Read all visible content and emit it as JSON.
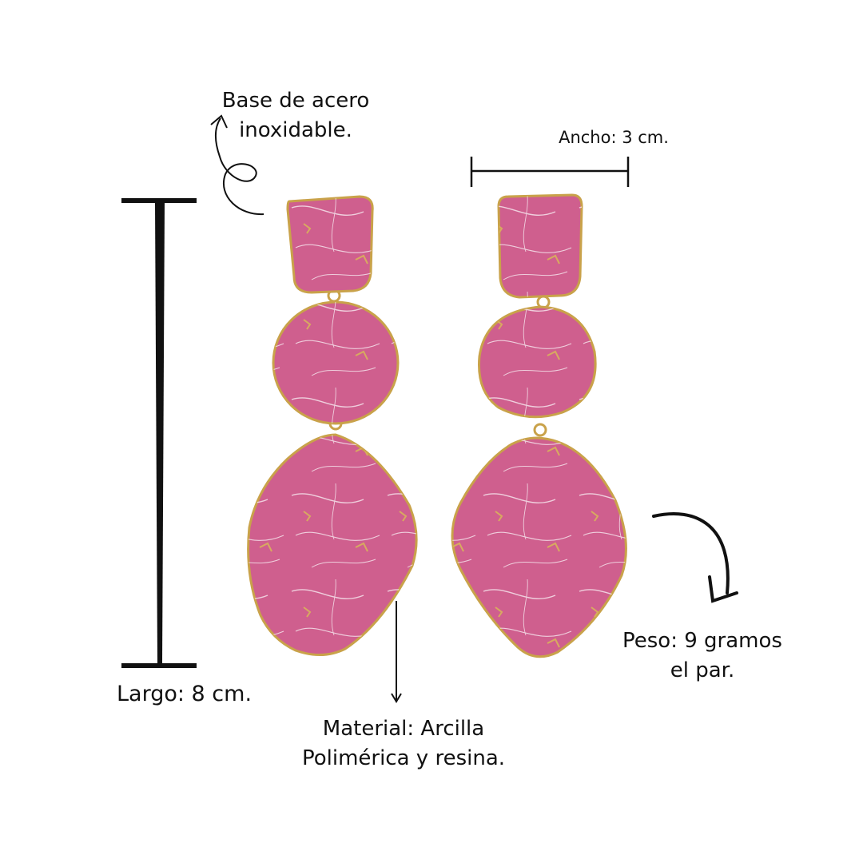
{
  "colors": {
    "clay_pink": "#cf5f8e",
    "clay_pink_dark": "#b84a78",
    "gold_rim": "#c9a24a",
    "vein": "#f3dbe6",
    "ink": "#111111"
  },
  "labels": {
    "base": [
      "Base de acero",
      "inoxidable."
    ],
    "ancho": "Ancho: 3 cm.",
    "largo": "Largo: 8 cm.",
    "material": [
      "Material: Arcilla",
      "Polimérica y resina."
    ],
    "peso": [
      "Peso: 9 gramos",
      "el par."
    ]
  }
}
